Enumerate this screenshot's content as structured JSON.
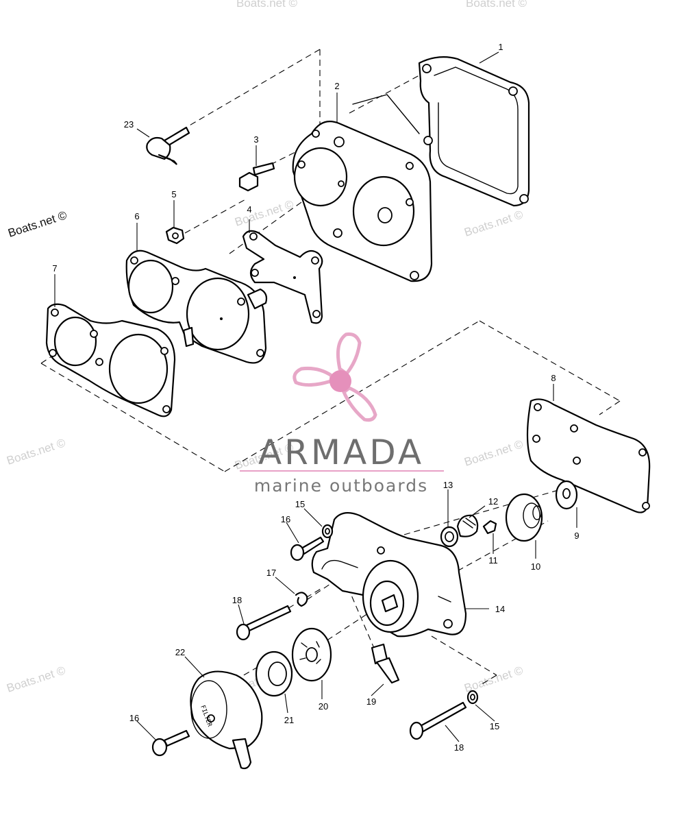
{
  "diagram": {
    "callouts": [
      {
        "id": "c1",
        "text": "1"
      },
      {
        "id": "c2",
        "text": "2"
      },
      {
        "id": "c3",
        "text": "3"
      },
      {
        "id": "c4",
        "text": "4"
      },
      {
        "id": "c5",
        "text": "5"
      },
      {
        "id": "c6",
        "text": "6"
      },
      {
        "id": "c7",
        "text": "7"
      },
      {
        "id": "c8",
        "text": "8"
      },
      {
        "id": "c9",
        "text": "9"
      },
      {
        "id": "c10",
        "text": "10"
      },
      {
        "id": "c11",
        "text": "11"
      },
      {
        "id": "c12",
        "text": "12"
      },
      {
        "id": "c13",
        "text": "13"
      },
      {
        "id": "c14",
        "text": "14"
      },
      {
        "id": "c15a",
        "text": "15"
      },
      {
        "id": "c15b",
        "text": "15"
      },
      {
        "id": "c16a",
        "text": "16"
      },
      {
        "id": "c16b",
        "text": "16"
      },
      {
        "id": "c17",
        "text": "17"
      },
      {
        "id": "c18a",
        "text": "18"
      },
      {
        "id": "c18b",
        "text": "18"
      },
      {
        "id": "c19",
        "text": "19"
      },
      {
        "id": "c20",
        "text": "20"
      },
      {
        "id": "c21",
        "text": "21"
      },
      {
        "id": "c22",
        "text": "22"
      },
      {
        "id": "c23",
        "text": "23"
      }
    ],
    "filter_label": "FILTER"
  },
  "watermark": {
    "text": "Boats.net ©",
    "primary_text": "Boats.net ©"
  },
  "brand": {
    "name": "ARMADA",
    "tagline": "marine outboards",
    "logo_color": "#e7a7c7",
    "logo_hub_color": "#e590bb",
    "underline_color": "#e8a0c6"
  }
}
